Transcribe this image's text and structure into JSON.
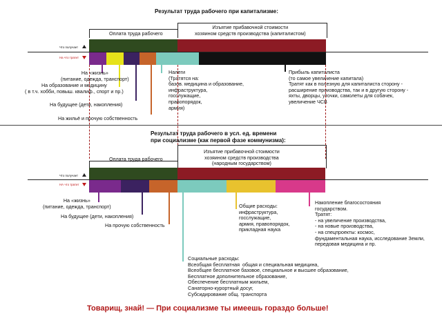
{
  "colors": {
    "dark_green": "#2f4a1f",
    "dark_red": "#8c1b24",
    "purple": "#7a2a8c",
    "yellow": "#e6e21a",
    "dark_purple": "#3b2260",
    "orange": "#c6642a",
    "teal": "#7ccabd",
    "black": "#111111",
    "gold": "#e8c22e",
    "pink": "#d8398a",
    "footer_red": "#b01818"
  },
  "capitalism": {
    "title": "Результат труда рабочего  при капитализме:",
    "row_received": "Что получает",
    "row_spent": "На что тратит",
    "wage_label": "Оплата труда рабочего",
    "surplus_label": "Изъятие прибавочной стоимости\nхозяином средств производства (капиталистом)",
    "ann_life": "На «жизнь»\n(питание, одежда, транспорт)",
    "ann_education": "На образование и медицину\n( в т.ч. хобби, повыш. квалиф., спорт и пр.)",
    "ann_future": "На будущее (дети, накопления)",
    "ann_housing": "На жильё и прочую собственность",
    "ann_taxes": "Налеги\n(Тратятся на:\nбазов. медицина и образование,\nинфраструктура,\nгосслужащие,\nправопорядок,\nармия)",
    "ann_profit": "Прибыль капиталиста\n(то самое увеличение капитала)\nТратят как в полезную для капиталиста сторону -\nрасширение производства, так и в другую сторону -\nяхты, дворцы, уточки, самолеты для собачек,\nувеличение ЧСВ"
  },
  "socialism": {
    "title": "Результат труда рабочего в усл. ед. времени\nпри социализме (как первой фазе коммунизма):",
    "row_received": "Что получает",
    "row_spent": "НА что тратит",
    "wage_label": "Оплата труда рабочего",
    "surplus_label": "Изъятие прибавочной стоимости\nхозяином средств производства\n(народным государством)",
    "ann_life": "На «жизнь»\n(питание, одежда, транспорт)",
    "ann_future": "На будущее (дети, накопления)",
    "ann_other": "На прочую собственность",
    "ann_general": "Общие расходы:\nинфраструктура,\nгосслужащие,\nармия, правопорядок,\nприкладная наука",
    "ann_accum": "Накопление благосостояния\nгосударством.\nТратят:\n- на увеличение производства,\n- на новые производства,\n- на спецпроекты: космос,\nфундаментальная наука, исследование Земли,\nпередовая медицина и пр.",
    "ann_social": "Социальные расходы:\nВсеобщая бесплатная  общая и специальная медицина,\nВсеобщее бесплатное базовое, специальное и высшее образование,\nБесплатное дополнительное образование,\nОбеспечение бесплатным жильем,\nСанаторно-курортный досуг,\nСубсидирование общ. транспорта"
  },
  "footer": "Товарищ, знай! — При социализме ты имеешь гораздо больше!"
}
